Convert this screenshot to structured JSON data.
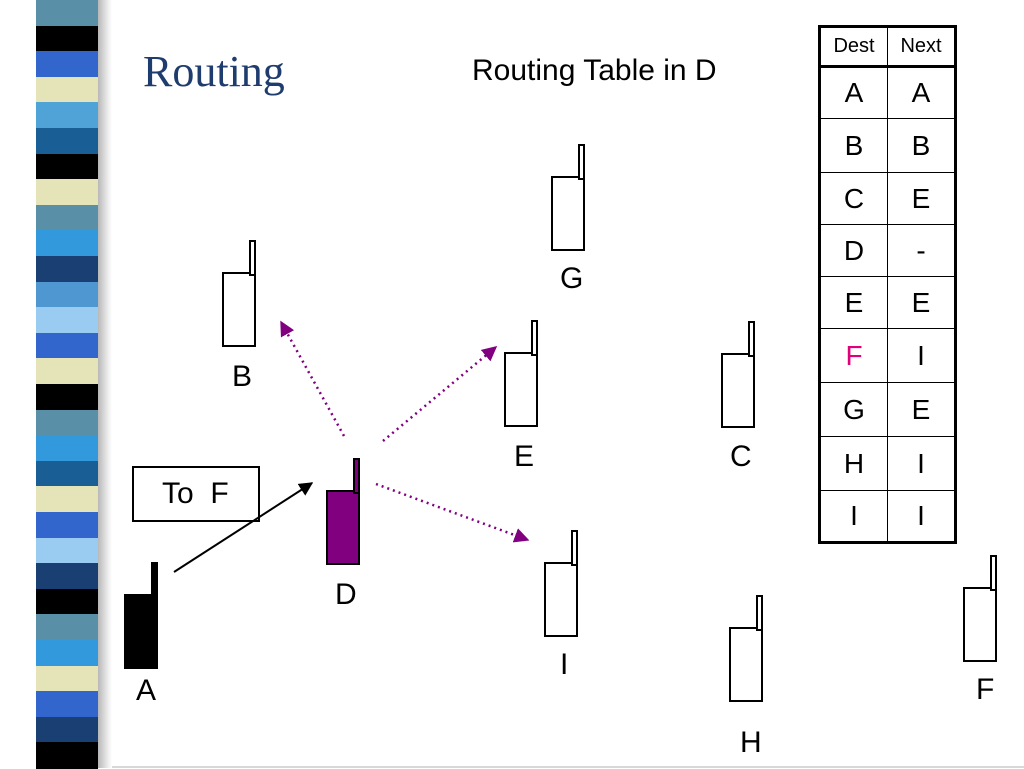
{
  "slide": {
    "title": "Routing",
    "subtitle": "Routing Table in D",
    "message_tag": {
      "to": "To",
      "dest": "F"
    }
  },
  "table": {
    "headers": [
      "Dest",
      "Next"
    ],
    "rows": [
      {
        "dest": "A",
        "next": "A"
      },
      {
        "dest": "B",
        "next": "B"
      },
      {
        "dest": "C",
        "next": "E"
      },
      {
        "dest": "D",
        "next": "-"
      },
      {
        "dest": "E",
        "next": "E"
      },
      {
        "dest": "F",
        "next": "I",
        "highlight": true
      },
      {
        "dest": "G",
        "next": "E"
      },
      {
        "dest": "H",
        "next": "I"
      },
      {
        "dest": "I",
        "next": "I"
      }
    ]
  },
  "nodes": [
    {
      "id": "A",
      "label": "A",
      "fill": "#000000"
    },
    {
      "id": "B",
      "label": "B",
      "fill": "#ffffff"
    },
    {
      "id": "C",
      "label": "C",
      "fill": "#ffffff"
    },
    {
      "id": "D",
      "label": "D",
      "fill": "#800080"
    },
    {
      "id": "E",
      "label": "E",
      "fill": "#ffffff"
    },
    {
      "id": "F",
      "label": "F",
      "fill": "#ffffff"
    },
    {
      "id": "G",
      "label": "G",
      "fill": "#ffffff"
    },
    {
      "id": "H",
      "label": "H",
      "fill": "#ffffff"
    },
    {
      "id": "I",
      "label": "I",
      "fill": "#ffffff"
    }
  ],
  "edges": [
    {
      "from": "A",
      "to": "D",
      "style": "solid",
      "color": "#000000"
    },
    {
      "from": "D",
      "to": "B",
      "style": "dotted",
      "color": "#800080"
    },
    {
      "from": "D",
      "to": "E",
      "style": "dotted",
      "color": "#800080"
    },
    {
      "from": "D",
      "to": "I",
      "style": "dotted",
      "color": "#800080"
    }
  ],
  "colors": {
    "title": "#1f3c6e",
    "highlight_text": "#e0007a",
    "broadcast_arrow": "#800080"
  }
}
